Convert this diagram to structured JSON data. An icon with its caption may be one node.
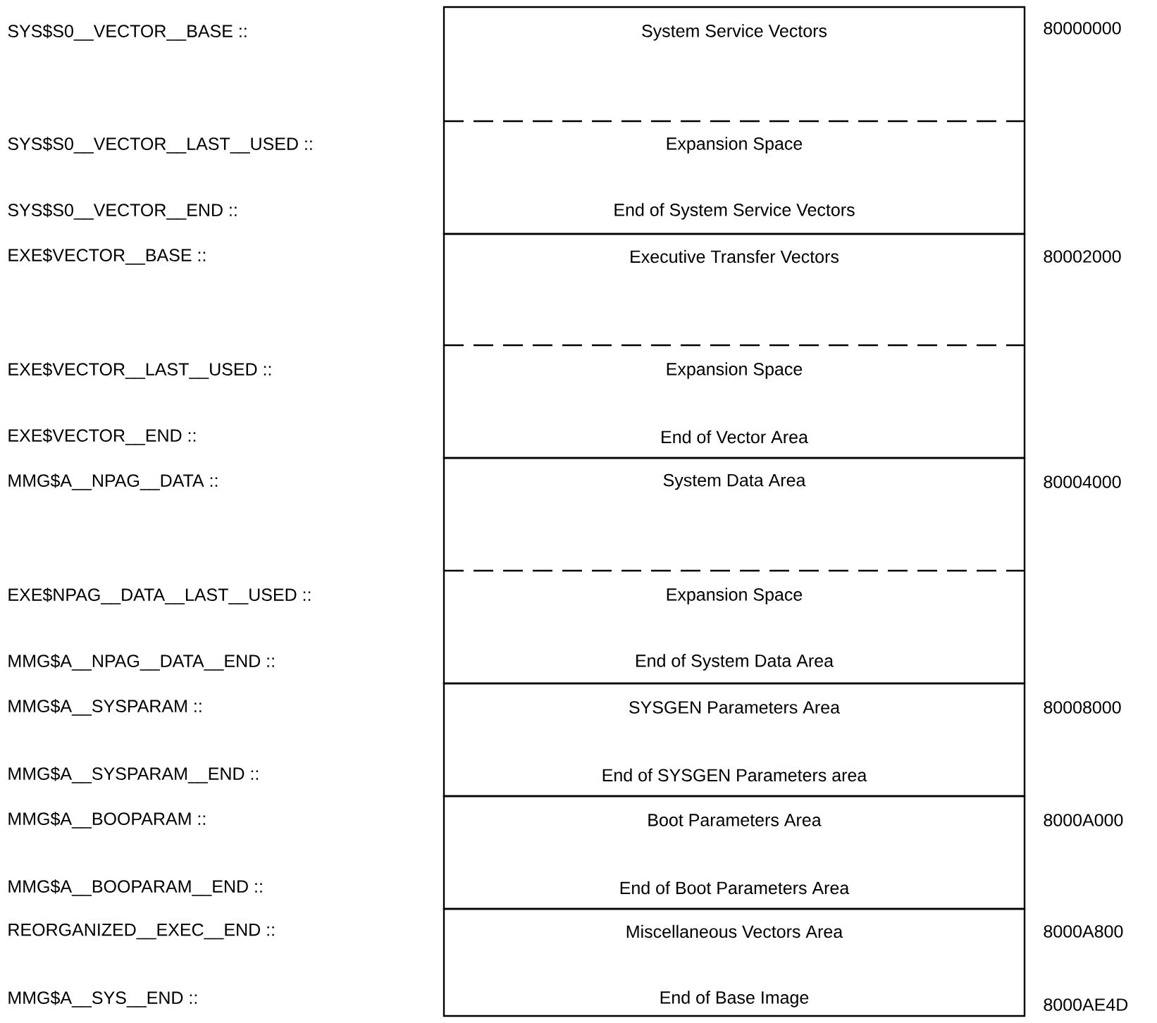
{
  "diagram": {
    "nodes": [
      {
        "text": [
          "System Service Vectors",
          "Expansion Space",
          "End of System Service Vectors"
        ]
      },
      {
        "text": [
          "Executive Transfer Vectors",
          "Expansion Space",
          "End of Vector Area"
        ]
      },
      {
        "text": [
          "System Data Area",
          "Expansion Space",
          "End of System Data Area"
        ]
      },
      {
        "text": [
          "SYSGEN Parameters Area",
          "End of SYSGEN Parameters area"
        ]
      },
      {
        "text": [
          "Boot Parameters Area",
          "End of Boot Parameters Area"
        ]
      },
      {
        "text": [
          "Miscellaneous Vectors Area",
          "End of Base Image"
        ]
      }
    ],
    "labels": [
      "SYS$S0__VECTOR__BASE ::",
      "80000000",
      "SYS$S0__VECTOR__LAST__USED ::",
      "SYS$S0__VECTOR__END ::",
      "EXE$VECTOR__BASE ::",
      "80002000",
      "EXE$VECTOR__LAST__USED ::",
      "EXE$VECTOR__END ::",
      "MMG$A__NPAG__DATA ::",
      "80004000",
      "EXE$NPAG__DATA__LAST__USED ::",
      "MMG$A__NPAG__DATA__END ::",
      "MMG$A__SYSPARAM ::",
      "80008000",
      "MMG$A__SYSPARAM__END ::",
      "MMG$A__BOOPARAM ::",
      "8000A000",
      "MMG$A__BOOPARAM__END ::",
      "REORGANIZED__EXEC__END ::",
      "8000A800",
      "MMG$A__SYS__END ::",
      "8000AE4D"
    ]
  }
}
